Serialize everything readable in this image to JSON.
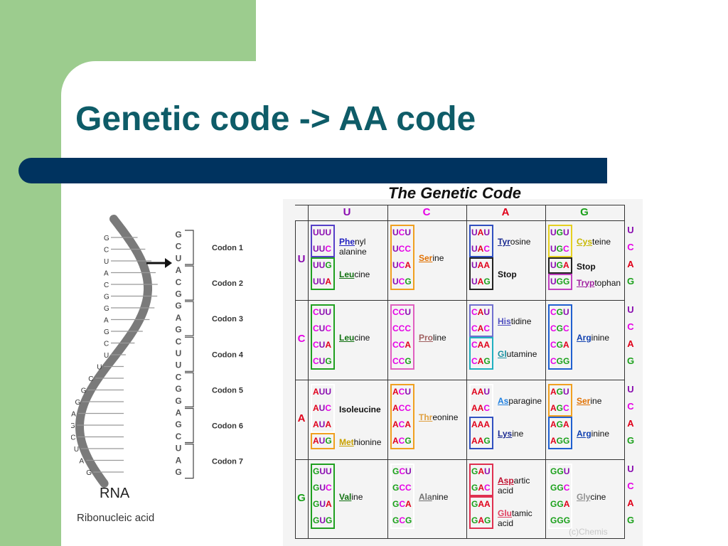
{
  "slide": {
    "title": "Genetic code -> AA code",
    "colors": {
      "green": "#9ccc8e",
      "title": "#0e5c68",
      "bar": "#00335f"
    }
  },
  "rna": {
    "label": "RNA",
    "sublabel": "Ribonucleic acid",
    "strand_bases": [
      "G",
      "C",
      "U",
      "A",
      "C",
      "G",
      "G",
      "A",
      "G",
      "C",
      "U",
      "U",
      "C",
      "G",
      "G",
      "A",
      "G",
      "C",
      "U",
      "A",
      "G"
    ],
    "helix_bases": [
      "G",
      "C",
      "U",
      "A",
      "C",
      "G",
      "G",
      "A",
      "G",
      "C",
      "U",
      "U",
      "C",
      "G",
      "G",
      "A",
      "G",
      "C",
      "U",
      "A",
      "G"
    ],
    "codons": [
      "Codon 1",
      "Codon 2",
      "Codon 3",
      "Codon 4",
      "Codon 5",
      "Codon 6",
      "Codon 7"
    ]
  },
  "table": {
    "title": "The Genetic Code",
    "columns": [
      "U",
      "C",
      "A",
      "G"
    ],
    "rows": [
      "U",
      "C",
      "A",
      "G"
    ],
    "third": [
      "U",
      "C",
      "A",
      "G"
    ],
    "watermark": "(c)Chemis",
    "colors": {
      "U": "#8a0db0",
      "C": "#e600e6",
      "A": "#e0001a",
      "G": "#1aa01a"
    },
    "blocks": [
      [
        {
          "groups": [
            {
              "codons": [
                "UUU",
                "UUC"
              ],
              "border": "#5540c8",
              "aa_pre": "Phe",
              "aa_post": "nyl",
              "aa_line2": "alanine",
              "aa_color": "#2020c0"
            },
            {
              "codons": [
                "UUG",
                "UUA"
              ],
              "border": "#20a020",
              "aa_pre": "Leu",
              "aa_post": "cine",
              "aa_line2": "",
              "aa_color": "#107010"
            }
          ]
        },
        {
          "groups": [
            {
              "codons": [
                "UCU",
                "UCC",
                "UCA",
                "UCG"
              ],
              "border": "#f0a020",
              "aa_pre": "Ser",
              "aa_post": "ine",
              "aa_line2": "",
              "aa_color": "#e07000"
            }
          ]
        },
        {
          "groups": [
            {
              "codons": [
                "UAU",
                "UAC"
              ],
              "border": "#3050c0",
              "aa_pre": "Tyr",
              "aa_post": "osine",
              "aa_line2": "",
              "aa_color": "#1a2a90"
            },
            {
              "codons": [
                "UAA",
                "UAG"
              ],
              "border": "#222222",
              "aa_pre": "",
              "aa_post": "Stop",
              "aa_line2": "",
              "aa_color": "#111"
            }
          ]
        },
        {
          "groups": [
            {
              "codons": [
                "UGU",
                "UGC"
              ],
              "border": "#e6d020",
              "aa_pre": "Cys",
              "aa_post": "teine",
              "aa_line2": "",
              "aa_color": "#c8b800"
            },
            {
              "codons": [
                "UGA"
              ],
              "border": "#222222",
              "aa_pre": "",
              "aa_post": "Stop",
              "aa_line2": "",
              "aa_color": "#111"
            },
            {
              "codons": [
                "UGG"
              ],
              "border": "#c040c0",
              "aa_pre": "Tryp",
              "aa_post": "tophan",
              "aa_line2": "",
              "aa_color": "#a020a0"
            }
          ]
        }
      ],
      [
        {
          "groups": [
            {
              "codons": [
                "CUU",
                "CUC",
                "CUA",
                "CUG"
              ],
              "border": "#20a020",
              "aa_pre": "Leu",
              "aa_post": "cine",
              "aa_line2": "",
              "aa_color": "#107010"
            }
          ]
        },
        {
          "groups": [
            {
              "codons": [
                "CCU",
                "CCC",
                "CCA",
                "CCG"
              ],
              "border": "#e060c0",
              "aa_pre": "Pro",
              "aa_post": "line",
              "aa_color": "#a06060",
              "aa_line2": ""
            }
          ]
        },
        {
          "groups": [
            {
              "codons": [
                "CAU",
                "CAC"
              ],
              "border": "#7070d0",
              "aa_pre": "His",
              "aa_post": "tidine",
              "aa_line2": "",
              "aa_color": "#5050c0"
            },
            {
              "codons": [
                "CAA",
                "CAG"
              ],
              "border": "#20b0c0",
              "aa_pre": "Gl",
              "aa_post": "utamine",
              "aa_line2": "",
              "aa_color": "#1890a0"
            }
          ]
        },
        {
          "groups": [
            {
              "codons": [
                "CGU",
                "CGC",
                "CGA",
                "CGG"
              ],
              "border": "#2060d0",
              "aa_pre": "Arg",
              "aa_post": "inine",
              "aa_line2": "",
              "aa_color": "#1040b0"
            }
          ]
        }
      ],
      [
        {
          "groups": [
            {
              "codons": [
                "AUU",
                "AUC",
                "AUA"
              ],
              "border": "#ffffff",
              "aa_pre": "",
              "aa_post": "Isoleucine",
              "aa_line2": "",
              "aa_color": "#111"
            },
            {
              "codons": [
                "AUG"
              ],
              "border": "#f0a020",
              "aa_pre": "Met",
              "aa_post": "hionine",
              "aa_line2": "",
              "aa_color": "#c8a000"
            }
          ]
        },
        {
          "groups": [
            {
              "codons": [
                "ACU",
                "ACC",
                "ACA",
                "ACG"
              ],
              "border": "#f0a020",
              "aa_pre": "Thr",
              "aa_post": "eonine",
              "aa_line2": "",
              "aa_color": "#e0a040"
            }
          ]
        },
        {
          "groups": [
            {
              "codons": [
                "AAU",
                "AAC"
              ],
              "border": "#ffffff",
              "aa_pre": "As",
              "aa_post": "paragine",
              "aa_line2": "",
              "aa_color": "#2080e0"
            },
            {
              "codons": [
                "AAA",
                "AAG"
              ],
              "border": "#3050c0",
              "aa_pre": "Lys",
              "aa_post": "ine",
              "aa_line2": "",
              "aa_color": "#1a2a90"
            }
          ]
        },
        {
          "groups": [
            {
              "codons": [
                "AGU",
                "AGC"
              ],
              "border": "#f0a020",
              "aa_pre": "Ser",
              "aa_post": "ine",
              "aa_line2": "",
              "aa_color": "#e07000"
            },
            {
              "codons": [
                "AGA",
                "AGG"
              ],
              "border": "#2060d0",
              "aa_pre": "Arg",
              "aa_post": "inine",
              "aa_line2": "",
              "aa_color": "#1040b0"
            }
          ]
        }
      ],
      [
        {
          "groups": [
            {
              "codons": [
                "GUU",
                "GUC",
                "GUA",
                "GUG"
              ],
              "border": "#20a020",
              "aa_pre": "Val",
              "aa_post": "ine",
              "aa_line2": "",
              "aa_color": "#107010"
            }
          ]
        },
        {
          "groups": [
            {
              "codons": [
                "GCU",
                "GCC",
                "GCA",
                "GCG"
              ],
              "border": "#ffffff",
              "aa_pre": "Ala",
              "aa_post": "nine",
              "aa_line2": "",
              "aa_color": "#707070"
            }
          ]
        },
        {
          "groups": [
            {
              "codons": [
                "GAU",
                "GAC"
              ],
              "border": "#e03050",
              "aa_pre": "Asp",
              "aa_post": "artic",
              "aa_line2": "acid",
              "aa_color": "#c01030"
            },
            {
              "codons": [
                "GAA",
                "GAG"
              ],
              "border": "#e03050",
              "aa_pre": "Glu",
              "aa_post": "tamic",
              "aa_line2": "acid",
              "aa_color": "#e04060"
            }
          ]
        },
        {
          "groups": [
            {
              "codons": [
                "GGU",
                "GGC",
                "GGA",
                "GGG"
              ],
              "border": "#ffffff",
              "aa_pre": "Gly",
              "aa_post": "cine",
              "aa_line2": "",
              "aa_color": "#909090"
            }
          ]
        }
      ]
    ]
  }
}
